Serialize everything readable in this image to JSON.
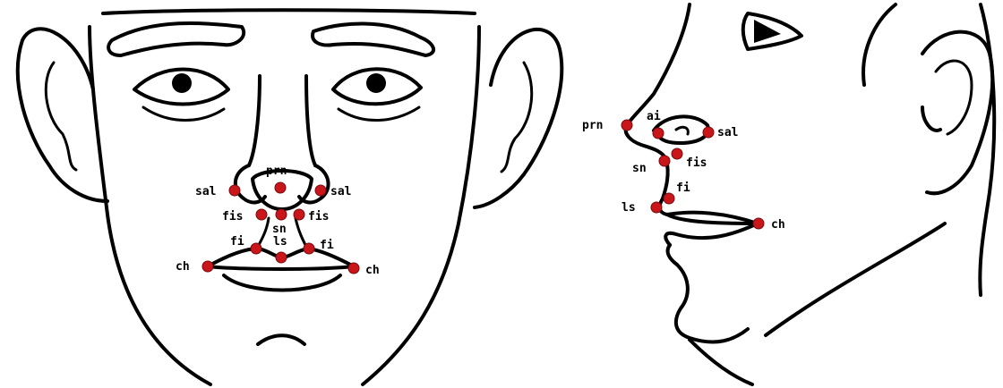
{
  "colors": {
    "landmark": "#c8161b",
    "line": "#000000",
    "background": "#ffffff"
  },
  "frontal_view": {
    "landmarks": [
      {
        "id": "prn",
        "label": "prn"
      },
      {
        "id": "sal-right",
        "label": "sal"
      },
      {
        "id": "sal-left",
        "label": "sal"
      },
      {
        "id": "fis-right",
        "label": "fis"
      },
      {
        "id": "fis-left",
        "label": "fis"
      },
      {
        "id": "sn",
        "label": "sn"
      },
      {
        "id": "fi-right",
        "label": "fi"
      },
      {
        "id": "fi-left",
        "label": "fi"
      },
      {
        "id": "ls",
        "label": "ls"
      },
      {
        "id": "ch-right",
        "label": "ch"
      },
      {
        "id": "ch-left",
        "label": "ch"
      }
    ]
  },
  "profile_view": {
    "landmarks": [
      {
        "id": "prn",
        "label": "prn"
      },
      {
        "id": "ai",
        "label": "ai"
      },
      {
        "id": "sal",
        "label": "sal"
      },
      {
        "id": "fis",
        "label": "fis"
      },
      {
        "id": "sn",
        "label": "sn"
      },
      {
        "id": "fi",
        "label": "fi"
      },
      {
        "id": "ls",
        "label": "ls"
      },
      {
        "id": "ch",
        "label": "ch"
      }
    ]
  }
}
